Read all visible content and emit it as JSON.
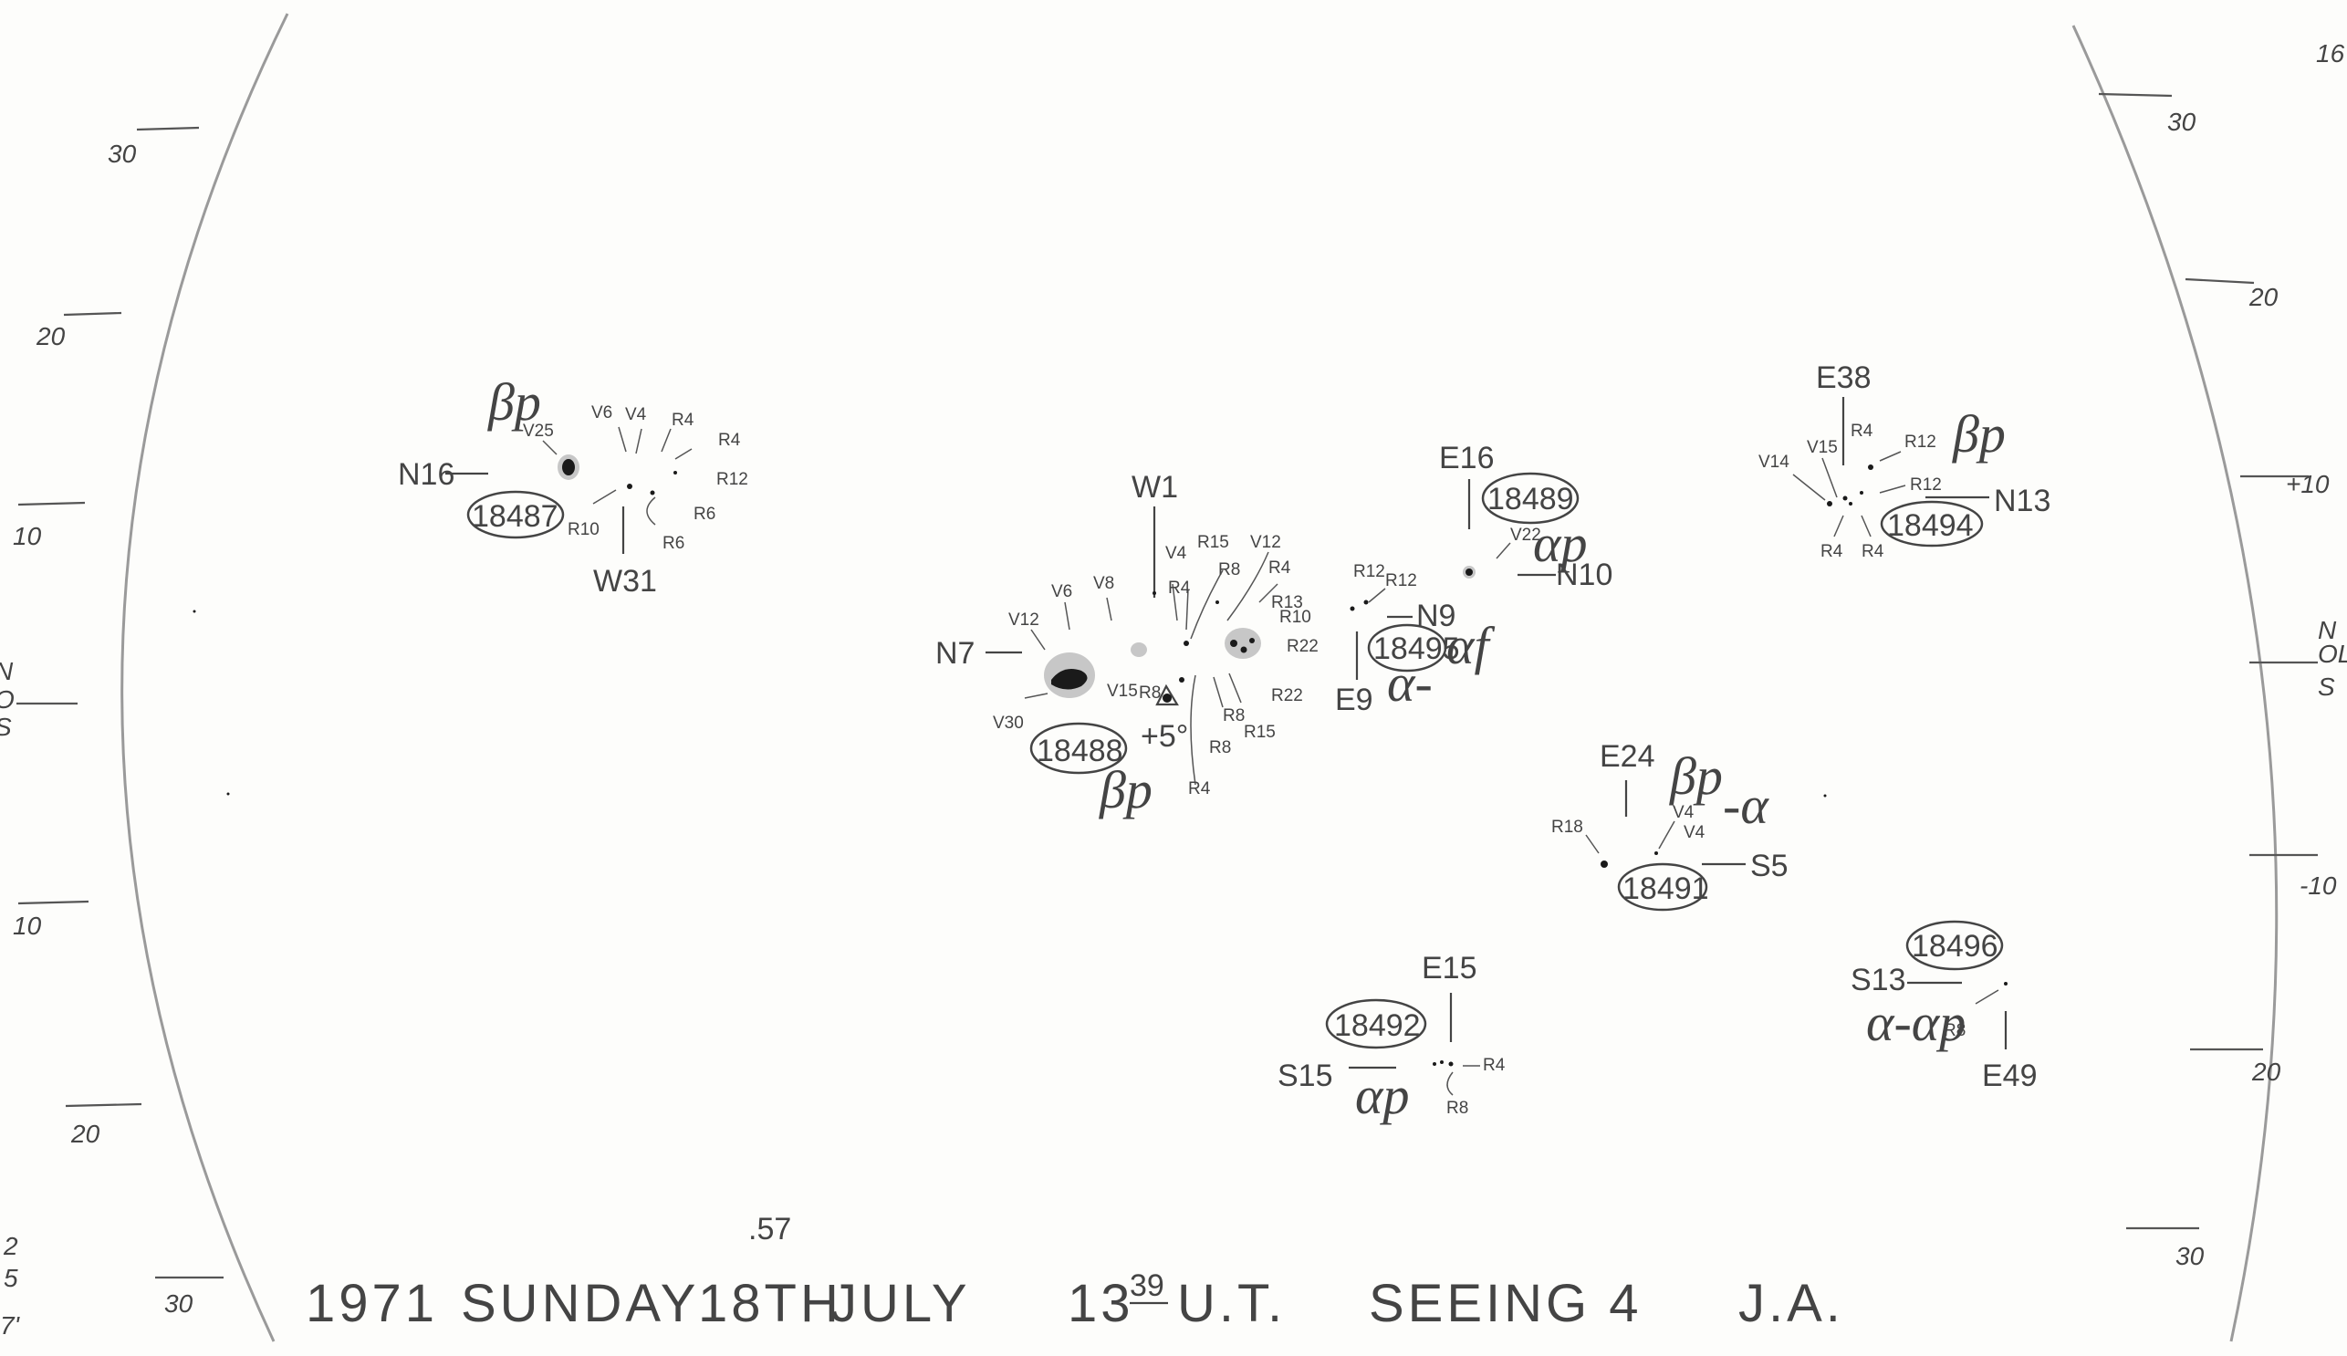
{
  "title": {
    "year": "1971",
    "day": "SUNDAY",
    "date": "18TH",
    "month": "JULY",
    "time_hour": "13",
    "time_min": "39",
    "time_unit": "U.T.",
    "time_extra": ".57",
    "seeing": "SEEING 4",
    "observer": "J.A."
  },
  "scale": {
    "left": [
      "30",
      "20",
      "10",
      "10",
      "20",
      "30"
    ],
    "right": [
      "30",
      "20",
      "+10",
      "-10",
      "20",
      "30"
    ],
    "right_equator": [
      "N",
      "OL",
      "S"
    ],
    "left_equator": [
      "N",
      "O",
      "S"
    ],
    "corner_top": "16",
    "corner_bottom": [
      "2",
      "5",
      "7'"
    ]
  },
  "groups": {
    "g18487": {
      "number": "18487",
      "cls": "βp",
      "lat": "N16",
      "lon": "W31",
      "labels": [
        "V25",
        "V6",
        "V4",
        "R4",
        "R4",
        "R12",
        "R6",
        "R6",
        "R10"
      ]
    },
    "g18488": {
      "number": "18488",
      "cls": "βp",
      "lat": "N7",
      "lon": "W1",
      "extra": "+5°",
      "labels": [
        "V12",
        "V6",
        "V8",
        "V4",
        "R4",
        "R15",
        "R8",
        "V12",
        "R4",
        "R13",
        "R10",
        "R22",
        "R22",
        "R15",
        "R8",
        "R8",
        "R8",
        "V15",
        "V30",
        "R4"
      ]
    },
    "g18489": {
      "number": "18489",
      "cls": "αp",
      "lat": "N10",
      "lon": "E16",
      "labels": [
        "V22"
      ]
    },
    "g18495": {
      "number": "18495",
      "cls": "αf",
      "prefix": "α-",
      "lat": "N9",
      "lon": "E9",
      "labels": [
        "R12",
        "R12"
      ]
    },
    "g18494": {
      "number": "18494",
      "cls": "βp",
      "lat": "N13",
      "lon": "E38",
      "labels": [
        "V14",
        "V15",
        "R4",
        "R12",
        "R12",
        "R4",
        "R4"
      ]
    },
    "g18491": {
      "number": "18491",
      "cls": "βp",
      "suffix": "-α",
      "lat": "S5",
      "lon": "E24",
      "labels": [
        "R18",
        "V4",
        "V4"
      ]
    },
    "g18492": {
      "number": "18492",
      "cls": "αp",
      "lat": "S15",
      "lon": "E15",
      "labels": [
        "R4",
        "R8"
      ]
    },
    "g18496": {
      "number": "18496",
      "cls": "α-αp",
      "lat": "S13",
      "lon": "E49",
      "labels": [
        "R8"
      ]
    }
  }
}
